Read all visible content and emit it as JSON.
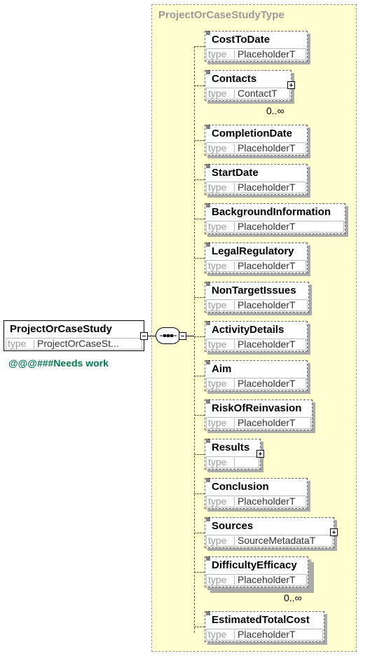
{
  "root": {
    "name": "ProjectOrCaseStudy",
    "type_key": "type",
    "type_value": "ProjectOrCaseSt...",
    "annotation": "@@@###Needs work"
  },
  "group": {
    "title": "ProjectOrCaseStudyType"
  },
  "elements": [
    {
      "name": "CostToDate",
      "type_key": "type",
      "type_value": "PlaceholderT"
    },
    {
      "name": "Contacts",
      "type_key": "type",
      "type_value": "ContactT",
      "occurrence": "0..∞"
    },
    {
      "name": "CompletionDate",
      "type_key": "type",
      "type_value": "PlaceholderT"
    },
    {
      "name": "StartDate",
      "type_key": "type",
      "type_value": "PlaceholderT"
    },
    {
      "name": "BackgroundInformation",
      "type_key": "type",
      "type_value": "PlaceholderT"
    },
    {
      "name": "LegalRegulatory",
      "type_key": "type",
      "type_value": "PlaceholderT"
    },
    {
      "name": "NonTargetIssues",
      "type_key": "type",
      "type_value": "PlaceholderT"
    },
    {
      "name": "ActivityDetails",
      "type_key": "type",
      "type_value": "PlaceholderT"
    },
    {
      "name": "Aim",
      "type_key": "type",
      "type_value": "PlaceholderT"
    },
    {
      "name": "RiskOfReinvasion",
      "type_key": "type",
      "type_value": "PlaceholderT"
    },
    {
      "name": "Results",
      "type_key": "type",
      "type_value": ""
    },
    {
      "name": "Conclusion",
      "type_key": "type",
      "type_value": "PlaceholderT"
    },
    {
      "name": "Sources",
      "type_key": "type",
      "type_value": "SourceMetadataT"
    },
    {
      "name": "DifficultyEfficacy",
      "type_key": "type",
      "type_value": "PlaceholderT",
      "occurrence": "0..∞"
    },
    {
      "name": "EstimatedTotalCost",
      "type_key": "type",
      "type_value": "PlaceholderT"
    }
  ]
}
